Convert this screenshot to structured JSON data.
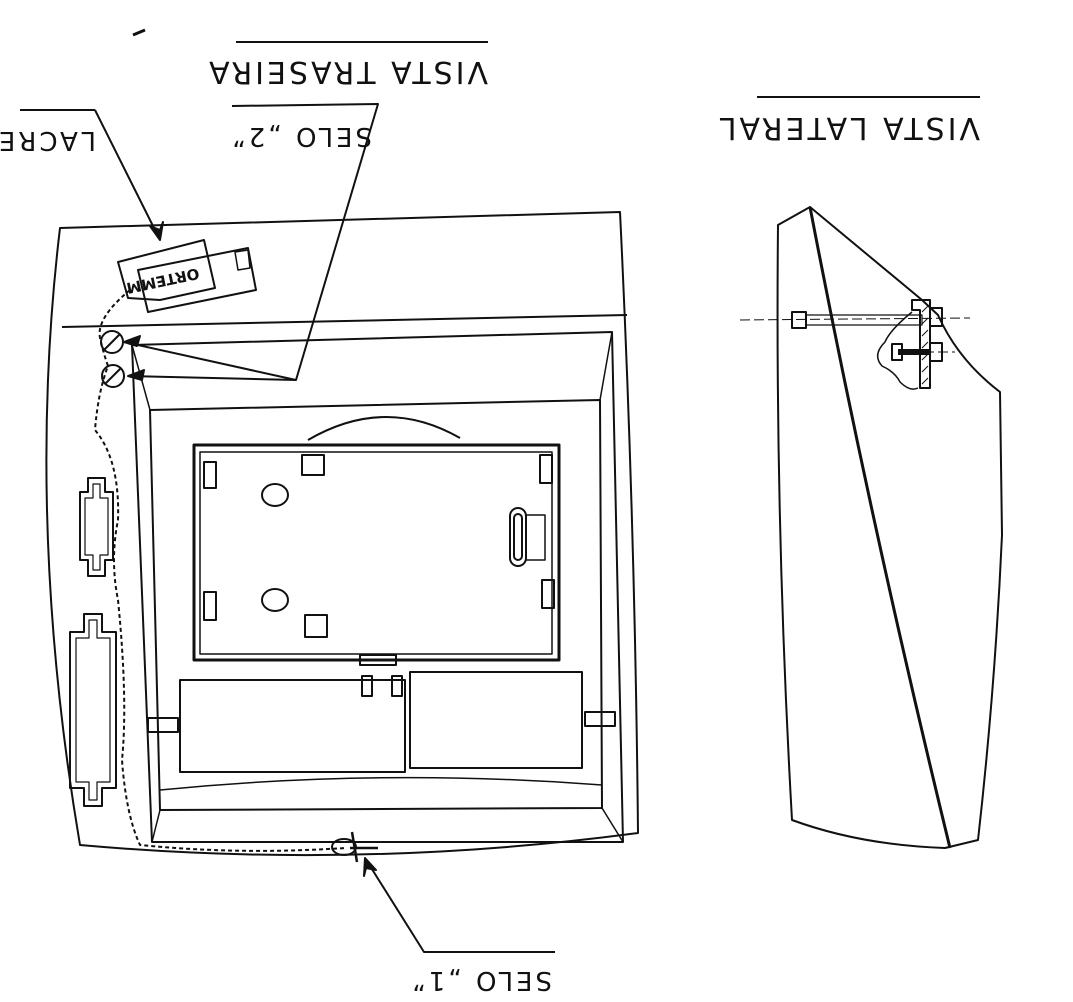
{
  "labels": {
    "rear_view": "VISTA TRASEIRA",
    "side_view": "VISTA LATERAL",
    "lacre": "LACRE",
    "selo_2": "SELO „2”",
    "selo_1": "SELO „1”"
  },
  "logo": "ORTEMM",
  "colors": {
    "ink": "#111111",
    "paper": "#ffffff"
  }
}
